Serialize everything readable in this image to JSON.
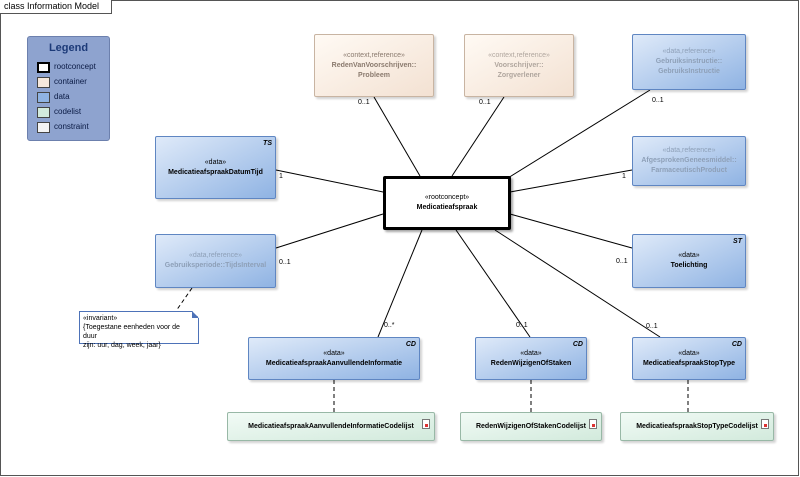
{
  "frame": {
    "title": "class Information Model"
  },
  "legend": {
    "title": "Legend",
    "items": [
      {
        "label": "rootconcept",
        "color": "#ffffff"
      },
      {
        "label": "container",
        "color": "#f6e8dc"
      },
      {
        "label": "data",
        "color": "#8fb3e3"
      },
      {
        "label": "codelist",
        "color": "#d2eadc"
      },
      {
        "label": "constraint",
        "color": "#f4f4f4"
      }
    ]
  },
  "root": {
    "stereotype": "«rootconcept»",
    "name": "Medicatieafspraak"
  },
  "classes": [
    {
      "id": "redenvanvoorschrijven",
      "stereotype": "«context,reference»",
      "name": "RedenVanVoorschrijven::\nProbleem",
      "multiplicity": "0..1",
      "tag": ""
    },
    {
      "id": "voorschrijver",
      "stereotype": "«context,reference»",
      "name": "Voorschrijver::\nZorgverlener",
      "multiplicity": "0..1",
      "tag": ""
    },
    {
      "id": "gebruiksinstructie",
      "stereotype": "«data,reference»",
      "name": "Gebruiksinstructie::\nGebruiksInstructie",
      "multiplicity": "0..1",
      "tag": ""
    },
    {
      "id": "datumtijd",
      "stereotype": "«data»",
      "name": "MedicatieafspraakDatumTijd",
      "multiplicity": "1",
      "tag": "TS"
    },
    {
      "id": "afgesproken",
      "stereotype": "«data,reference»",
      "name": "AfgesprokenGeneesmiddel::\nFarmaceutischProduct",
      "multiplicity": "1",
      "tag": ""
    },
    {
      "id": "gebruiksperiode",
      "stereotype": "«data,reference»",
      "name": "Gebruiksperiode::TijdsInterval",
      "multiplicity": "0..1",
      "tag": ""
    },
    {
      "id": "toelichting",
      "stereotype": "«data»",
      "name": "Toelichting",
      "multiplicity": "0..1",
      "tag": "ST"
    },
    {
      "id": "aanvullende",
      "stereotype": "«data»",
      "name": "MedicatieafspraakAanvullendeInformatie",
      "multiplicity": "0..*",
      "tag": "CD"
    },
    {
      "id": "redenwijzigen",
      "stereotype": "«data»",
      "name": "RedenWijzigenOfStaken",
      "multiplicity": "0..1",
      "tag": "CD"
    },
    {
      "id": "stoptype",
      "stereotype": "«data»",
      "name": "MedicatieafspraakStopType",
      "multiplicity": "0..1",
      "tag": "CD"
    }
  ],
  "codelists": [
    {
      "id": "aanvullende_cl",
      "name": "MedicatieafspraakAanvullendeInformatieCodelijst"
    },
    {
      "id": "redenwijzigen_cl",
      "name": "RedenWijzigenOfStakenCodelijst"
    },
    {
      "id": "stoptype_cl",
      "name": "MedicatieafspraakStopTypeCodelijst"
    }
  ],
  "note": {
    "line1": "«invariant»",
    "line2": "{Toegestane eenheden voor de duur",
    "line3": "zijn:  uur, dag, week, jaar}"
  }
}
